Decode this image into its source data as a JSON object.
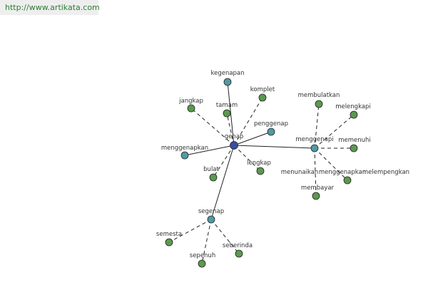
{
  "watermark": {
    "url": "http://www.artikata.com"
  },
  "colors": {
    "leaf": "#5a9a4e",
    "hub": "#4f9aa6",
    "root": "#3a4da0",
    "edge": "#222222",
    "label": "#333333"
  },
  "diagram": {
    "nodes": [
      {
        "id": "genap",
        "label": "genap",
        "kind": "root"
      },
      {
        "id": "kegenapan",
        "label": "kegenapan",
        "kind": "hub"
      },
      {
        "id": "penggenap",
        "label": "penggenap",
        "kind": "hub"
      },
      {
        "id": "menggenapkan",
        "label": "menggenapkan",
        "kind": "hub"
      },
      {
        "id": "menggenapi",
        "label": "menggenapi",
        "kind": "hub"
      },
      {
        "id": "segenap",
        "label": "segenap",
        "kind": "hub"
      },
      {
        "id": "jangkap",
        "label": "jangkap",
        "kind": "leaf"
      },
      {
        "id": "tamam",
        "label": "tamam",
        "kind": "leaf"
      },
      {
        "id": "komplet",
        "label": "komplet",
        "kind": "leaf"
      },
      {
        "id": "bulat",
        "label": "bulat",
        "kind": "leaf"
      },
      {
        "id": "lengkap",
        "label": "lengkap",
        "kind": "leaf"
      },
      {
        "id": "membulatkan",
        "label": "membulatkan",
        "kind": "leaf"
      },
      {
        "id": "melengkapi",
        "label": "melengkapi",
        "kind": "leaf"
      },
      {
        "id": "memenuhi",
        "label": "memenuhi",
        "kind": "leaf"
      },
      {
        "id": "menunaikan",
        "label": "menunaikan",
        "kind": "leaf"
      },
      {
        "id": "menggenapkan2",
        "label": "menggenapkan",
        "kind": "leaf"
      },
      {
        "id": "melempengkan",
        "label": "melempengkan",
        "kind": "leaf"
      },
      {
        "id": "membayar",
        "label": "membayar",
        "kind": "leaf"
      },
      {
        "id": "semesta",
        "label": "semesta",
        "kind": "leaf"
      },
      {
        "id": "sepenuh",
        "label": "sepenuh",
        "kind": "leaf"
      },
      {
        "id": "seberinda",
        "label": "seberinda",
        "kind": "leaf"
      }
    ],
    "edges": [
      {
        "from": "genap",
        "to": "kegenapan",
        "style": "solid"
      },
      {
        "from": "genap",
        "to": "penggenap",
        "style": "solid"
      },
      {
        "from": "genap",
        "to": "menggenapkan",
        "style": "solid"
      },
      {
        "from": "genap",
        "to": "menggenapi",
        "style": "solid"
      },
      {
        "from": "genap",
        "to": "segenap",
        "style": "solid"
      },
      {
        "from": "genap",
        "to": "jangkap",
        "style": "dashed"
      },
      {
        "from": "genap",
        "to": "tamam",
        "style": "dashed"
      },
      {
        "from": "genap",
        "to": "komplet",
        "style": "dashed"
      },
      {
        "from": "genap",
        "to": "bulat",
        "style": "dashed"
      },
      {
        "from": "genap",
        "to": "lengkap",
        "style": "dashed"
      },
      {
        "from": "menggenapi",
        "to": "membulatkan",
        "style": "dashed"
      },
      {
        "from": "menggenapi",
        "to": "melengkapi",
        "style": "dashed"
      },
      {
        "from": "menggenapi",
        "to": "memenuhi",
        "style": "dashed"
      },
      {
        "from": "menggenapi",
        "to": "melempengkan",
        "style": "dashed"
      },
      {
        "from": "menggenapi",
        "to": "membayar",
        "style": "dashed"
      },
      {
        "from": "segenap",
        "to": "semesta",
        "style": "dashed"
      },
      {
        "from": "segenap",
        "to": "sepenuh",
        "style": "dashed"
      },
      {
        "from": "segenap",
        "to": "seberinda",
        "style": "dashed"
      }
    ]
  }
}
